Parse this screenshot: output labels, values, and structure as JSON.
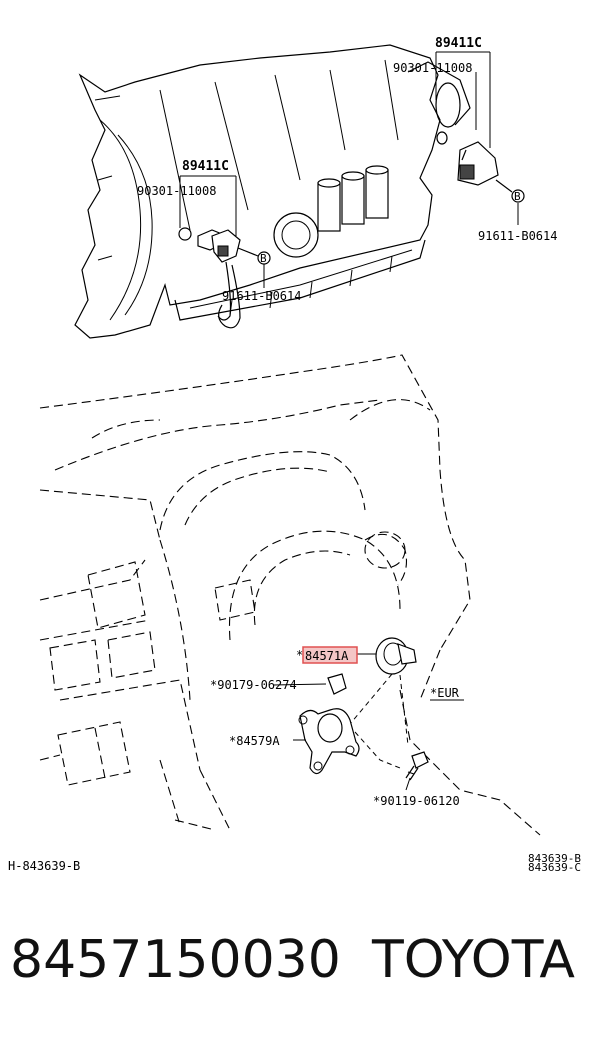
{
  "labels": {
    "top_group": "89411C",
    "top_gasket": "90301-11008",
    "top_bolt": "91611-B0614",
    "mid_group": "89411C",
    "mid_gasket": "90301-11008",
    "mid_bolt": "91611-B0614",
    "ref_b": "B",
    "switch": "84571A",
    "switch_mark": "*",
    "clip": "*90179-06274",
    "bracket": "*84579A",
    "screw": "*90119-06120",
    "eur": "*EUR"
  },
  "codes": {
    "left": "H-843639-B",
    "right_a": "843639-B",
    "right_b": "843639-C"
  },
  "footer": {
    "part_number": "8457150030",
    "brand": "TOYOTA"
  },
  "highlight_color": "#e05050"
}
